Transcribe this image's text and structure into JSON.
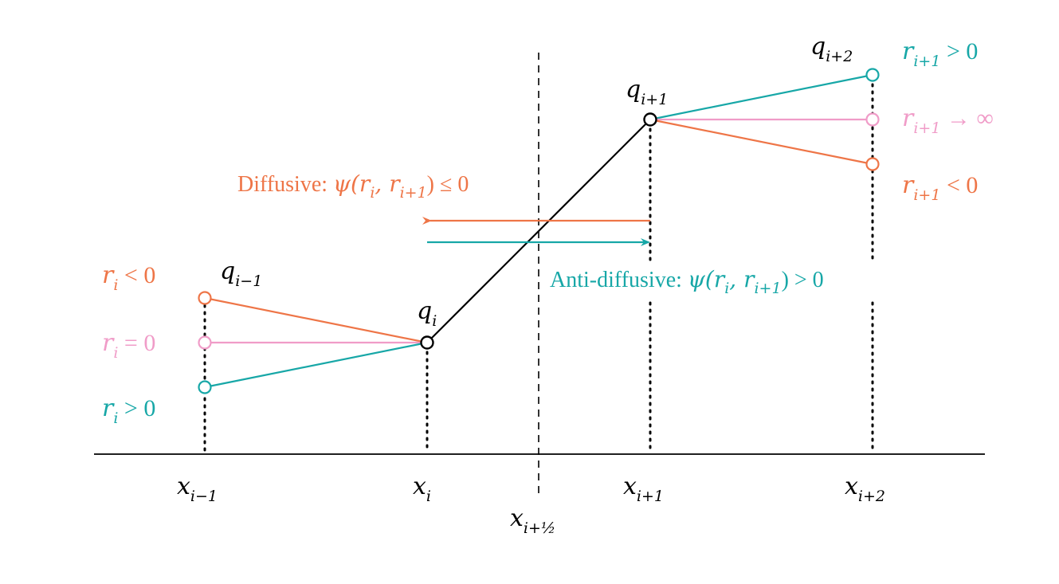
{
  "colors": {
    "black": "#000000",
    "orange": "#ee7547",
    "teal": "#17a7a7",
    "pink": "#f09cc8"
  },
  "x_labels": [
    {
      "base": "x",
      "sub": "i−1"
    },
    {
      "base": "x",
      "sub": "i"
    },
    {
      "base": "x",
      "sub": "i+½"
    },
    {
      "base": "x",
      "sub": "i+1"
    },
    {
      "base": "x",
      "sub": "i+2"
    }
  ],
  "q_labels": [
    {
      "base": "q",
      "sub": "i−1"
    },
    {
      "base": "q",
      "sub": "i"
    },
    {
      "base": "q",
      "sub": "i+1"
    },
    {
      "base": "q",
      "sub": "i+2"
    }
  ],
  "left_conditions": [
    {
      "base": "r",
      "sub": "i",
      "rel": " < 0"
    },
    {
      "base": "r",
      "sub": "i",
      "rel": " = 0"
    },
    {
      "base": "r",
      "sub": "i",
      "rel": " > 0"
    }
  ],
  "right_conditions": [
    {
      "base": "r",
      "sub": "i+1",
      "rel": " > 0"
    },
    {
      "base": "r",
      "sub": "i+1",
      "rel": " → ∞"
    },
    {
      "base": "r",
      "sub": "i+1",
      "rel": " < 0"
    }
  ],
  "annotations": {
    "diffusive": {
      "prefix": "Diffusive:  ",
      "psi": "ψ",
      "args_open": "(r",
      "sub1": "i",
      "mid": ", r",
      "sub2": "i+1",
      "close": ") ≤ 0"
    },
    "anti_diffusive": {
      "prefix": "Anti-diffusive:  ",
      "psi": "ψ",
      "args_open": "(r",
      "sub1": "i",
      "mid": ", r",
      "sub2": "i+1",
      "close": ") > 0"
    }
  }
}
